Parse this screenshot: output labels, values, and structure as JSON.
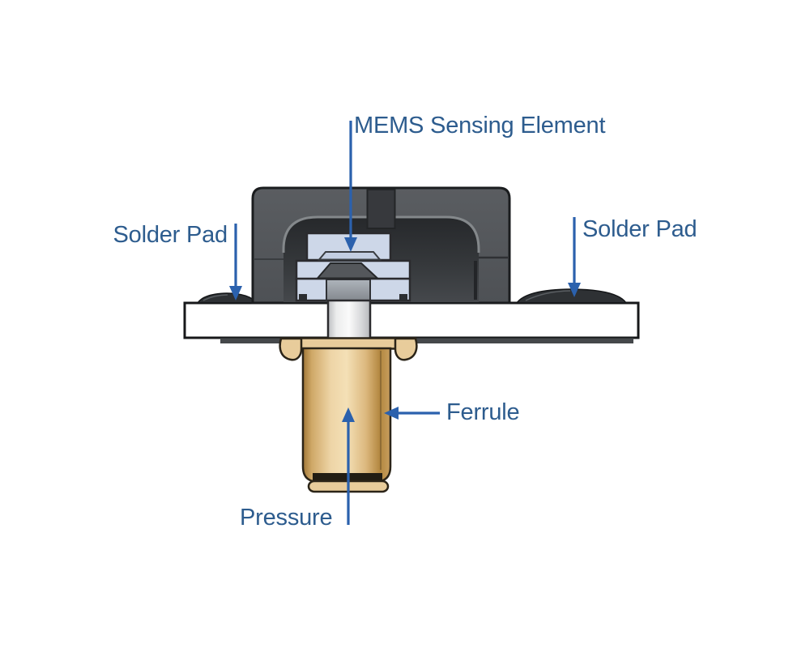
{
  "diagram": {
    "labels": {
      "mems_sensing_element": "MEMS Sensing Element",
      "solder_pad_left": "Solder Pad",
      "solder_pad_right": "Solder Pad",
      "ferrule": "Ferrule",
      "pressure": "Pressure"
    },
    "colors": {
      "label_text": "#2d5c8e",
      "arrow": "#2b61ad",
      "housing_gray": "#53565a",
      "cavity_dark": "#2a2c2f",
      "mems_stack_blue": "#cdd7e8",
      "plate_white": "#ffffff",
      "solder_pad_dark": "#2e3134",
      "ferrule_brass_light": "#f4e0b6",
      "ferrule_brass_dark": "#b3873f",
      "background": "#ffffff"
    }
  }
}
